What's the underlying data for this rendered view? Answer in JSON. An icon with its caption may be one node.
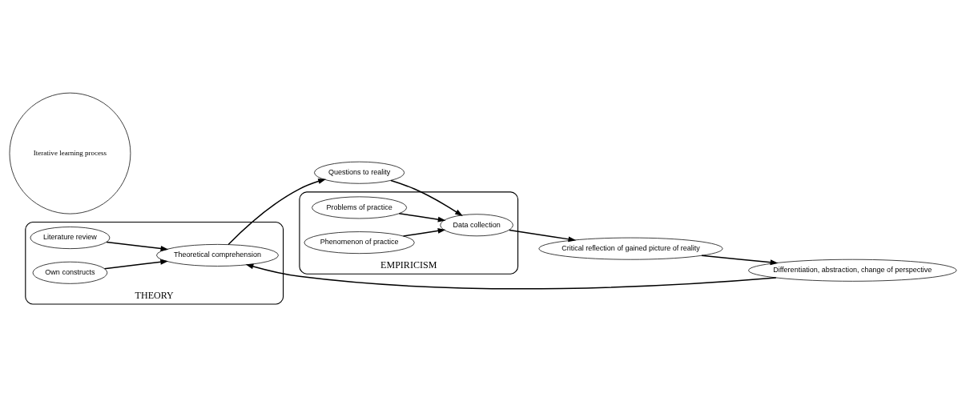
{
  "diagram": {
    "nodes": [
      {
        "text": [
          "THEORY"
        ]
      },
      {
        "text": [
          "EMPIRICISM"
        ]
      },
      {
        "text": [
          "Differentiation, abstraction, change of perspective"
        ]
      },
      {
        "text": [
          "Critical reflection of gained picture of reality"
        ]
      },
      {
        "text": [
          "Literature review"
        ],
        "in": 0
      },
      {
        "text": [
          "Problems of practice"
        ],
        "in": 1
      },
      {
        "text": [
          "Theoretical comprehension"
        ],
        "in": 0
      },
      {
        "text": [
          "Iterative learning process"
        ]
      },
      {
        "text": [
          "Own constructs"
        ],
        "in": 0
      },
      {
        "text": [
          "Data collection"
        ],
        "in": 1
      },
      {
        "text": [
          "Phenomenon of practice"
        ],
        "in": 1
      },
      {
        "text": [
          "Questions to reality"
        ]
      }
    ],
    "edges": [
      {
        "from": 4,
        "to": 6,
        "arrow": "to"
      },
      {
        "from": 8,
        "to": 6,
        "arrow": "to"
      },
      {
        "from": 2,
        "to": 6,
        "arrow": "to"
      },
      {
        "from": 3,
        "to": 2,
        "arrow": "to"
      },
      {
        "from": 6,
        "to": 11,
        "arrow": "to"
      },
      {
        "from": 11,
        "to": 9,
        "arrow": "to"
      },
      {
        "from": 9,
        "to": 3,
        "arrow": "to"
      },
      {
        "from": 5,
        "to": 9,
        "arrow": "to"
      },
      {
        "from": 10,
        "to": 9,
        "arrow": "to"
      }
    ]
  }
}
